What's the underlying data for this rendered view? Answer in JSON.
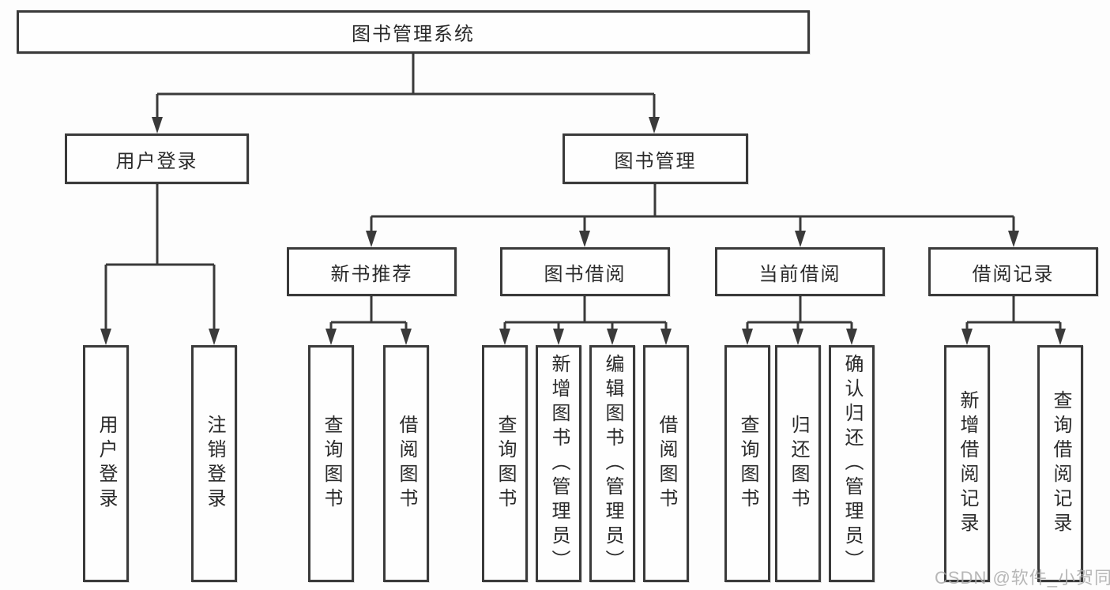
{
  "diagram_title": "图书管理系统",
  "nodes": {
    "root": {
      "label": "图书管理系统"
    },
    "level2": [
      {
        "label": "用户登录"
      },
      {
        "label": "图书管理"
      }
    ],
    "level3": [
      {
        "label": "新书推荐",
        "parent": "图书管理"
      },
      {
        "label": "图书借阅",
        "parent": "图书管理"
      },
      {
        "label": "当前借阅",
        "parent": "图书管理"
      },
      {
        "label": "借阅记录",
        "parent": "图书管理"
      }
    ],
    "leaves": [
      {
        "label": "用户登录",
        "parent": "用户登录"
      },
      {
        "label": "注销登录",
        "parent": "用户登录"
      },
      {
        "label": "查询图书",
        "parent": "新书推荐"
      },
      {
        "label": "借阅图书",
        "parent": "新书推荐"
      },
      {
        "label": "查询图书",
        "parent": "图书借阅"
      },
      {
        "label": "新增图书（管理员）",
        "parent": "图书借阅"
      },
      {
        "label": "编辑图书（管理员）",
        "parent": "图书借阅"
      },
      {
        "label": "借阅图书",
        "parent": "图书借阅"
      },
      {
        "label": "查询图书",
        "parent": "当前借阅"
      },
      {
        "label": "归还图书",
        "parent": "当前借阅"
      },
      {
        "label": "确认归还（管理员）",
        "parent": "当前借阅"
      },
      {
        "label": "新增借阅记录",
        "parent": "借阅记录"
      },
      {
        "label": "查询借阅记录",
        "parent": "借阅记录"
      }
    ]
  },
  "watermark": {
    "text": "CSDN @软件_小贺同学"
  },
  "colors": {
    "line": "#3a3a3a",
    "box_border": "#3a3a3a",
    "box_fill": "#fefefe",
    "text": "#2a2a2a",
    "watermark": "#ababab",
    "background": "#fdfdfd"
  }
}
